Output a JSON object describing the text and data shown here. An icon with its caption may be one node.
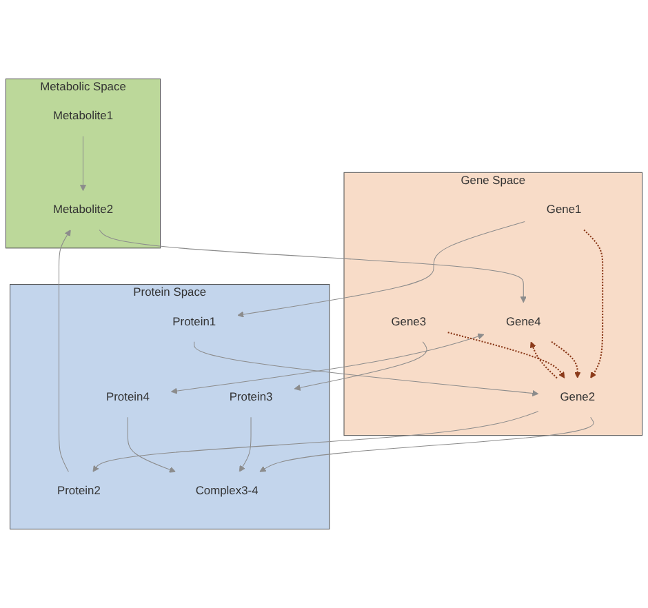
{
  "diagram": {
    "nodes": [
      {
        "text": [
          "Metabolic Space"
        ]
      },
      {
        "text": [
          "Metabolite1"
        ],
        "in": 0
      },
      {
        "text": [
          "Metabolite2"
        ],
        "in": 0
      },
      {
        "text": [
          "Protein Space"
        ]
      },
      {
        "text": [
          "Protein2"
        ],
        "in": 3
      },
      {
        "text": [
          "Complex3-4"
        ],
        "in": 3
      },
      {
        "text": [
          "Protein1"
        ],
        "in": 3
      },
      {
        "text": [
          "Protein4"
        ],
        "in": 3
      },
      {
        "text": [
          "Protein3"
        ],
        "in": 3
      },
      {
        "text": [
          "Gene Space"
        ]
      },
      {
        "text": [
          "Gene2"
        ],
        "in": 9
      },
      {
        "text": [
          "Gene4"
        ],
        "in": 9
      },
      {
        "text": [
          "Gene1"
        ],
        "in": 9
      },
      {
        "text": [
          "Gene3"
        ],
        "in": 9
      }
    ],
    "edges": [
      {
        "from": 1,
        "to": 2,
        "arrow": "to"
      },
      {
        "from": 4,
        "to": 2,
        "arrow": "to"
      },
      {
        "from": 2,
        "to": 11,
        "arrow": "to"
      },
      {
        "from": 12,
        "to": 6,
        "arrow": "to"
      },
      {
        "from": 6,
        "to": 10,
        "arrow": "to"
      },
      {
        "from": 10,
        "to": 4,
        "arrow": "to"
      },
      {
        "from": 10,
        "to": 5,
        "arrow": "to"
      },
      {
        "from": 8,
        "to": 5,
        "arrow": "to"
      },
      {
        "from": 7,
        "to": 5,
        "arrow": "to"
      },
      {
        "from": 13,
        "to": 8,
        "arrow": "to"
      },
      {
        "from": 11,
        "to": 7,
        "arrow": "both"
      },
      {
        "from": 12,
        "to": 10,
        "arrow": "to",
        "style": "dashed",
        "color": "#8b3a1a"
      },
      {
        "from": 10,
        "to": 11,
        "arrow": "to",
        "style": "dashed",
        "color": "#8b3a1a"
      },
      {
        "from": 11,
        "to": 10,
        "arrow": "to",
        "style": "dashed",
        "color": "#8b3a1a"
      },
      {
        "from": 13,
        "to": 10,
        "arrow": "to",
        "style": "dashed",
        "color": "#8b3a1a"
      }
    ]
  }
}
